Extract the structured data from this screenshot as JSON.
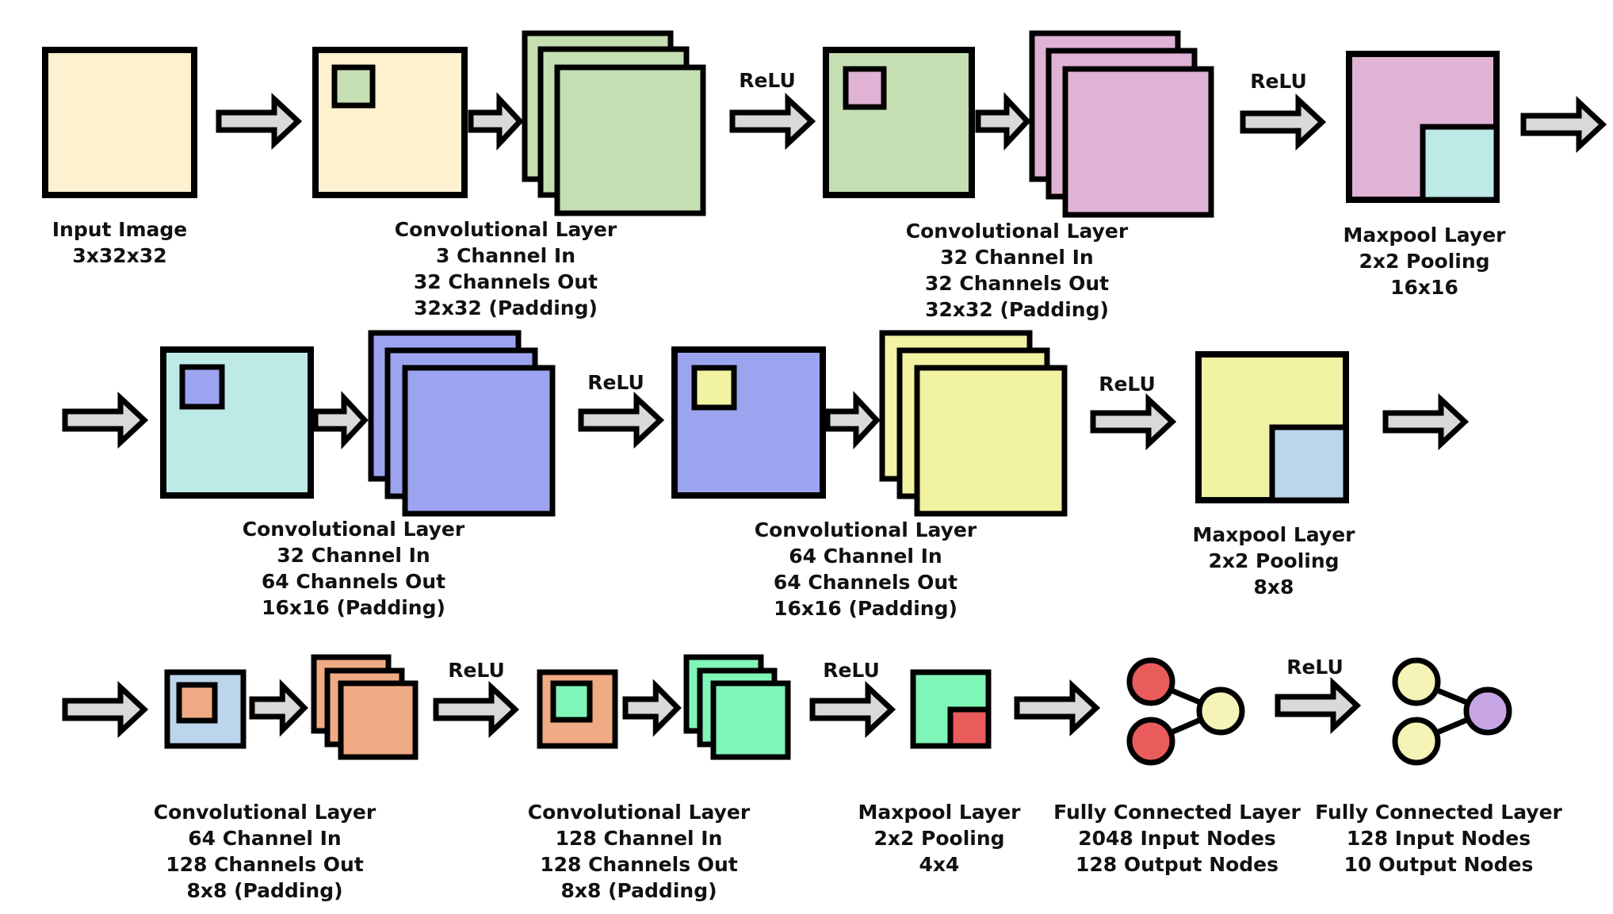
{
  "diagram": {
    "relu_label": "ReLU",
    "blocks": [
      {
        "lines": [
          "Input Image",
          "3x32x32"
        ]
      },
      {
        "lines": [
          "Convolutional Layer",
          "3 Channel In",
          "32 Channels Out",
          "32x32 (Padding)"
        ]
      },
      {
        "lines": [
          "Convolutional Layer",
          "32 Channel In",
          "32 Channels Out",
          "32x32 (Padding)"
        ]
      },
      {
        "lines": [
          "Maxpool Layer",
          "2x2 Pooling",
          "16x16"
        ]
      },
      {
        "lines": [
          "Convolutional Layer",
          "32 Channel In",
          "64 Channels Out",
          "16x16 (Padding)"
        ]
      },
      {
        "lines": [
          "Convolutional Layer",
          "64 Channel In",
          "64 Channels Out",
          "16x16 (Padding)"
        ]
      },
      {
        "lines": [
          "Maxpool Layer",
          "2x2 Pooling",
          "8x8"
        ]
      },
      {
        "lines": [
          "Convolutional Layer",
          "64 Channel In",
          "128 Channels Out",
          "8x8 (Padding)"
        ]
      },
      {
        "lines": [
          "Convolutional Layer",
          "128 Channel In",
          "128 Channels Out",
          "8x8 (Padding)"
        ]
      },
      {
        "lines": [
          "Maxpool Layer",
          "2x2 Pooling",
          "4x4"
        ]
      },
      {
        "lines": [
          "Fully Connected Layer",
          "2048 Input Nodes",
          "128 Output Nodes"
        ]
      },
      {
        "lines": [
          "Fully Connected Layer",
          "128 Input Nodes",
          "10 Output Nodes"
        ]
      }
    ]
  },
  "colors": {
    "cream": "#fdf1cf",
    "green": "#c5dfb3",
    "pink": "#e0b2d4",
    "cyan": "#bde9e6",
    "blue": "#9da4ef",
    "yellow": "#f2f2a3",
    "lightblue": "#bad5ec",
    "orange": "#f0ab84",
    "mint": "#80f5b8",
    "red": "#ea5c5c",
    "paleyellow": "#f5f4b6",
    "purple": "#c8a5e4",
    "arrow": "#d9d9d9",
    "stroke": "#000000"
  }
}
